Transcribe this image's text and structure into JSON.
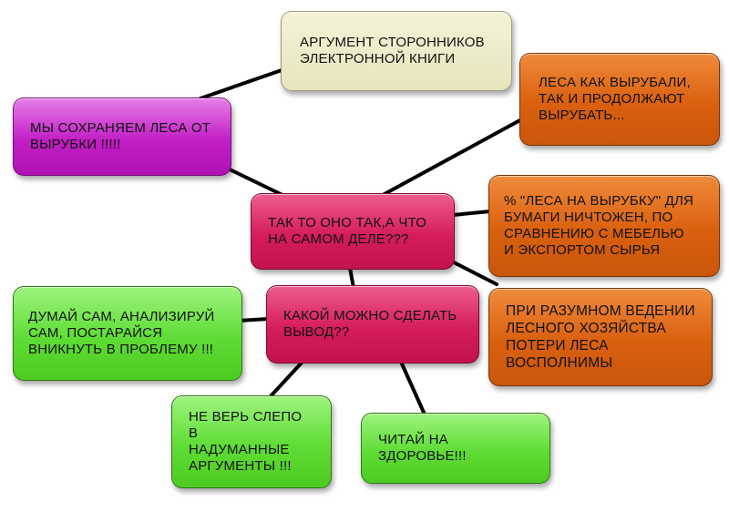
{
  "nodes": {
    "argument": "АРГУМЕНТ СТОРОННИКОВ\nЭЛЕКТРОННОЙ КНИГИ",
    "mysave": "МЫ СОХРАНЯЕМ ЛЕСА ОТ\nВЫРУБКИ !!!!!",
    "cutting": "ЛЕСА КАК ВЫРУБАЛИ,\nТАК И ПРОДОЛЖАЮТ\nВЫРУБАТЬ...",
    "question": "ТАК ТО ОНО ТАК,А ЧТО\nНА САМОМ ДЕЛЕ???",
    "percent": "% \"ЛЕСА НА ВЫРУБКУ\" ДЛЯ\nБУМАГИ НИЧТОЖЕН, ПО\nСРАВНЕНИЮ С МЕБЕЛЬЮ\nИ ЭКСПОРТОМ СЫРЬЯ",
    "conclude": "КАКОЙ МОЖНО СДЕЛАТЬ\nВЫВОД??",
    "reasonable": "ПРИ РАЗУМНОМ ВЕДЕНИИ\nЛЕСНОГО ХОЗЯЙСТВА\nПОТЕРИ ЛЕСА\nВОСПОЛНИМЫ",
    "think": "ДУМАЙ САМ, АНАЛИЗИРУЙ\nСАМ, ПОСТАРАЙСЯ\nВНИКНУТЬ В ПРОБЛЕМУ !!!",
    "dontbelieve": "НЕ ВЕРЬ СЛЕПО В\nНАДУМАННЫЕ\nАРГУМЕНТЫ !!!",
    "read": "ЧИТАЙ НА\nЗДОРОВЬЕ!!!"
  },
  "colors": {
    "cream": "#e9e8c4",
    "magenta": "#c11ec4",
    "crimson": "#d51d5c",
    "orange": "#d9600f",
    "green": "#5fdc35",
    "connector": "#000000"
  }
}
